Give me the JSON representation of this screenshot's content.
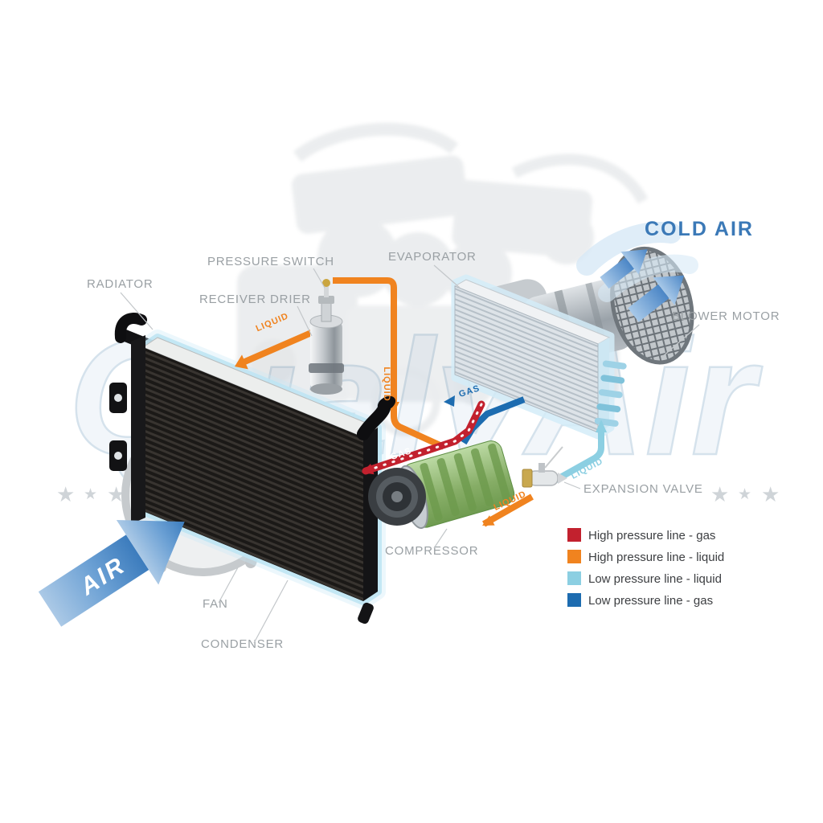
{
  "watermark": {
    "brand": "QualyAir",
    "star": "★"
  },
  "labels": {
    "radiator": "RADIATOR",
    "pressure_switch": "PRESSURE SWITCH",
    "receiver_drier": "RECEIVER DRIER",
    "evaporator": "EVAPORATOR",
    "blower_motor": "BLOWER MOTOR",
    "expansion_valve": "EXPANSION VALVE",
    "compressor": "COMPRESSOR",
    "fan": "FAN",
    "condenser": "CONDENSER",
    "cold_air": "COLD AIR",
    "air": "AIR"
  },
  "flow_labels": {
    "liquid_condenser_out": "LIQUID",
    "liquid_drier_out": "LIQUID",
    "liquid_to_valve": "LIQUID",
    "liquid_valve_to_evaporator": "LIQUID",
    "gas_compressor_out": "GAS",
    "gas_evaporator_out": "GAS"
  },
  "legend": {
    "items": [
      {
        "label": "High pressure line - gas",
        "color": "#c2212e"
      },
      {
        "label": "High pressure line - liquid",
        "color": "#f0831f"
      },
      {
        "label": "Low pressure line - liquid",
        "color": "#8ccfe2"
      },
      {
        "label": "Low pressure line -  gas",
        "color": "#1d6cb0"
      }
    ]
  },
  "colors": {
    "high_pressure_gas": "#c2212e",
    "high_pressure_liquid": "#f0831f",
    "low_pressure_liquid": "#8ccfe2",
    "low_pressure_gas": "#1d6cb0",
    "label_gray": "#9aa0a4",
    "cold_air_blue": "#3b79b7"
  }
}
